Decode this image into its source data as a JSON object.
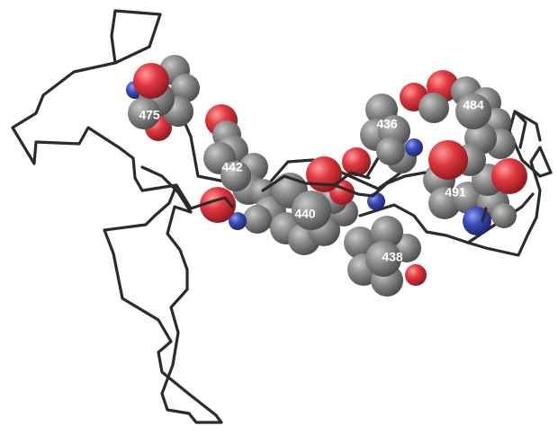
{
  "residues": [
    {
      "label": "475"
    },
    {
      "label": "442"
    },
    {
      "label": "440"
    },
    {
      "label": "438"
    },
    {
      "label": "436"
    },
    {
      "label": "484"
    },
    {
      "label": "491"
    }
  ],
  "colors": {
    "carbon": "#7a7a7a",
    "oxygen": "#d9363e",
    "nitrogen": "#3a4bb0",
    "backbone": "#2b2b2b",
    "label": "#ffffff"
  }
}
